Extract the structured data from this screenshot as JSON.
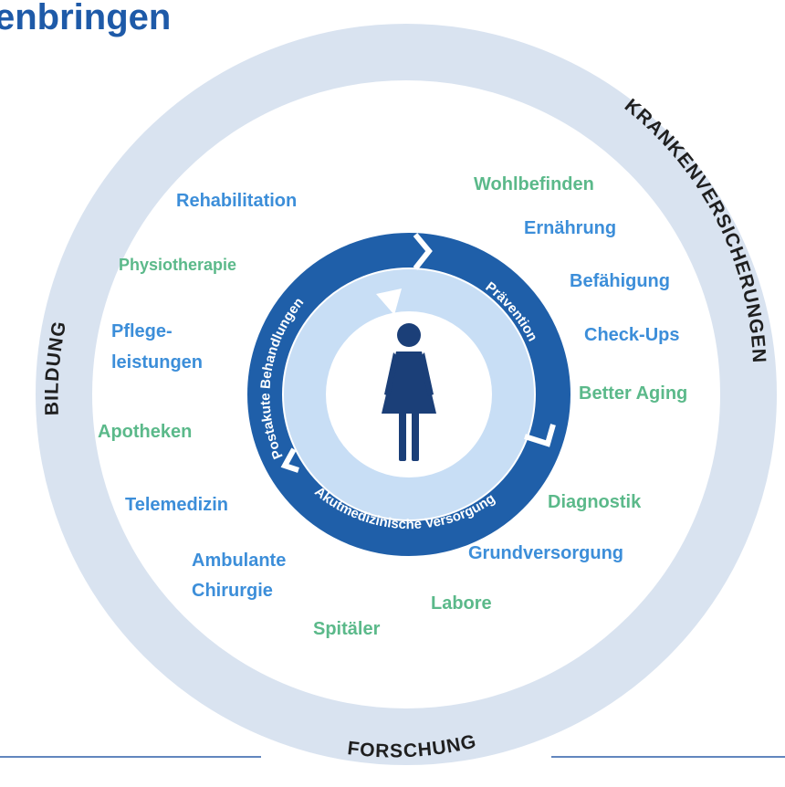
{
  "title": "enbringen",
  "colors": {
    "blue": "#3c8ed9",
    "green": "#5bb98a",
    "dark_blue": "#1f5fa9",
    "ring_light": "#d9e3f0",
    "inner_light": "#c8def5",
    "person": "#1b3f78",
    "separator": "#2f5fa8"
  },
  "outer_ring": {
    "top_right": "KRANKENVERSICHERUNGEN",
    "left": "BILDUNG",
    "bottom": "FORSCHUNG"
  },
  "cycle": {
    "center_icon": "woman-icon",
    "segments": [
      {
        "label": "Prävention"
      },
      {
        "label": "Akutmedizinische Versorgung"
      },
      {
        "label": "Postakute Behandlungen"
      }
    ]
  },
  "services": [
    {
      "label": "Wohlbefinden",
      "color": "green"
    },
    {
      "label": "Ernährung",
      "color": "blue"
    },
    {
      "label": "Befähigung",
      "color": "blue"
    },
    {
      "label": "Check-Ups",
      "color": "blue"
    },
    {
      "label": "Better Aging",
      "color": "green"
    },
    {
      "label": "Diagnostik",
      "color": "green"
    },
    {
      "label": "Grundversorgung",
      "color": "blue"
    },
    {
      "label": "Labore",
      "color": "green"
    },
    {
      "label": "Spitäler",
      "color": "green"
    },
    {
      "label": "Ambulante",
      "color": "blue"
    },
    {
      "label": "Chirurgie",
      "color": "blue"
    },
    {
      "label": "Telemedizin",
      "color": "blue"
    },
    {
      "label": "Apotheken",
      "color": "green"
    },
    {
      "label": "Pflege-",
      "color": "blue"
    },
    {
      "label": "leistungen",
      "color": "blue"
    },
    {
      "label": "Physiotherapie",
      "color": "green"
    },
    {
      "label": "Rehabilitation",
      "color": "blue"
    }
  ]
}
